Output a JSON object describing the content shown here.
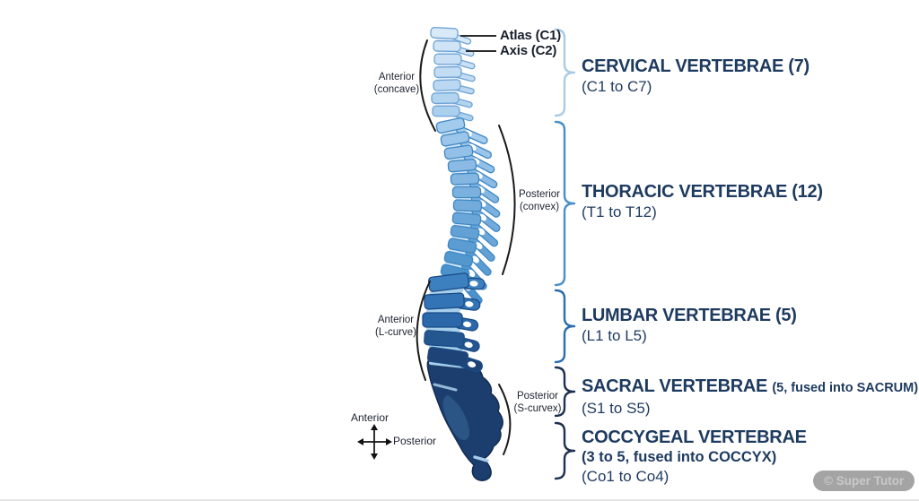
{
  "colors": {
    "background": "#ffffff",
    "heading_text": "#1d3a5f",
    "label_text": "#1c2330",
    "curve_line": "#1a1a1a",
    "leader_line": "#2b2b2b",
    "watermark_bg": "#9c9c9c",
    "watermark_text": "#c9c9c9"
  },
  "spine": {
    "cervical": {
      "fill_start": "#d8e9f8",
      "fill_end": "#abd0ee",
      "stroke": "#6fa3d6",
      "disc": "#e2eefa"
    },
    "thoracic": {
      "fill_start": "#a3cbee",
      "fill_end": "#4b92cc",
      "stroke": "#3f87c4",
      "disc": "#cde4f6"
    },
    "lumbar": {
      "fills": [
        "#3d80c0",
        "#3374b6",
        "#2b68aa",
        "#24568f",
        "#1d4377"
      ],
      "stroke": "#1b4c88",
      "disc": "#a6cfec"
    },
    "sacrum": {
      "fill": "#1c3e6e",
      "inner": "#2a5585",
      "stroke": "#132c52",
      "band": "#a8cfe9"
    }
  },
  "annotations": {
    "atlas": "Atlas (C1)",
    "axis": "Axis (C2)",
    "anterior_concave": {
      "line1": "Anterior",
      "line2": "(concave)"
    },
    "posterior_convex": {
      "line1": "Posterior",
      "line2": "(convex)"
    },
    "anterior_lcurve": {
      "line1": "Anterior",
      "line2": "(L-curve)"
    },
    "posterior_scurvex": {
      "line1": "Posterior",
      "line2": "(S-curvex)"
    },
    "compass_up": "Anterior",
    "compass_right": "Posterior"
  },
  "sections": [
    {
      "id": "cervical",
      "title": "CERVICAL VERTEBRAE (7)",
      "range": "(C1 to C7)",
      "brace_color": "#a9cbe6"
    },
    {
      "id": "thoracic",
      "title": "THORACIC VERTEBRAE (12)",
      "range": "(T1 to T12)",
      "brace_color": "#4a90c6"
    },
    {
      "id": "lumbar",
      "title": "LUMBAR VERTEBRAE (5)",
      "range": "(L1 to L5)",
      "brace_color": "#2d6dae"
    },
    {
      "id": "sacral",
      "title": "SACRAL VERTEBRAE",
      "title_suffix": "(5, fused into SACRUM)",
      "range": "(S1 to S5)",
      "brace_color": "#1e3150"
    },
    {
      "id": "coccygeal",
      "title": "COCCYGEAL VERTEBRAE",
      "subtitle": "(3 to 5, fused into COCCYX)",
      "range": "(Co1 to Co4)",
      "brace_color": "#1e3150"
    }
  ],
  "watermark": "© Super Tutor"
}
